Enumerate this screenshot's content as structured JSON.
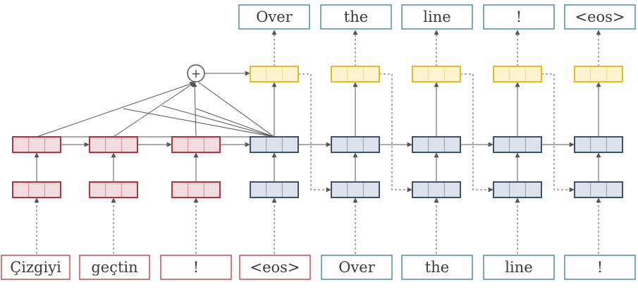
{
  "colors": {
    "encoder": "#b5343a",
    "encoder_fill": "#f2dcdf",
    "decoder": "#3e5270",
    "decoder_fill": "#dce2ea",
    "output": "#e8b92a",
    "output_fill": "#fdf3cf",
    "token_encoder_border": "#b5343a",
    "token_decoder_border": "#2f7e93",
    "arrow": "#555555"
  },
  "input_tokens": [
    "Çizgiyi",
    "geçtin",
    "!",
    "<eos>",
    "Over",
    "the",
    "line"
  ],
  "decoder_input_tokens": [
    "Over",
    "the",
    "line",
    "!"
  ],
  "output_tokens": [
    "Over",
    "the",
    "line",
    "!",
    "<eos>"
  ],
  "attention_symbol": "+"
}
